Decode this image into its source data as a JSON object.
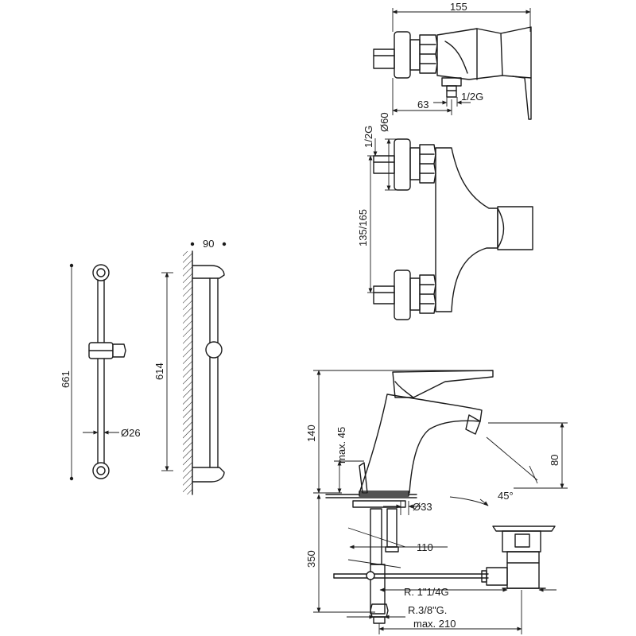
{
  "dimensions": {
    "w155": "155",
    "w63": "63",
    "thread_top": "1/2G",
    "thread_side": "1/2G",
    "dia60": "Ø60",
    "h135": "135/165",
    "w90": "90",
    "h661": "661",
    "h614": "614",
    "dia26": "Ø26",
    "h140": "140",
    "max45": "max. 45",
    "dia33": "Ø33",
    "h80": "80",
    "deg45": "45°",
    "h350": "350",
    "w110": "110",
    "r114": "R. 1\"1/4G",
    "r38": "R.3/8\"G.",
    "max210": "max. 210"
  }
}
